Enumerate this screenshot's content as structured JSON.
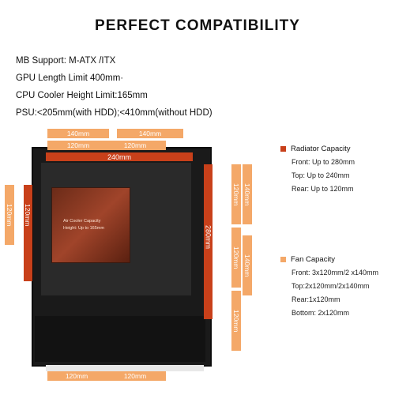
{
  "title": "PERFECT COMPATIBILITY",
  "specs": [
    "MB Support: M-ATX /ITX",
    "GPU Length Limit 400mm·",
    "CPU Cooler Height Limit:165mm",
    "PSU:<205mm(with HDD);<410mm(without HDD)"
  ],
  "dims": {
    "top1a": "140mm",
    "top1b": "140mm",
    "top2a": "120mm",
    "top2b": "120mm",
    "top240": "240mm",
    "left120a": "120mm",
    "left120b": "120mm",
    "right280": "280mm",
    "side140a": "140mm",
    "side120a": "120mm",
    "side140b": "140mm",
    "side120b": "120mm",
    "side120c": "120mm",
    "bottomA": "120mm",
    "bottomB": "120mm"
  },
  "cooler": {
    "line1": "Air Cooler Capacity",
    "line2": "Height: Up to 165mm"
  },
  "radiator": {
    "heading": "Radiator Capacity",
    "color": "#c8401a",
    "items": [
      "Front: Up to 280mm",
      "Top: Up to 240mm",
      "Rear: Up to 120mm"
    ]
  },
  "fan": {
    "heading": "Fan Capacity",
    "color": "#f4a868",
    "items": [
      "Front: 3x120mm/2 x140mm",
      "Top:2x120mm/2x140mm",
      "Rear:1x120mm",
      "Bottom: 2x120mm"
    ]
  }
}
